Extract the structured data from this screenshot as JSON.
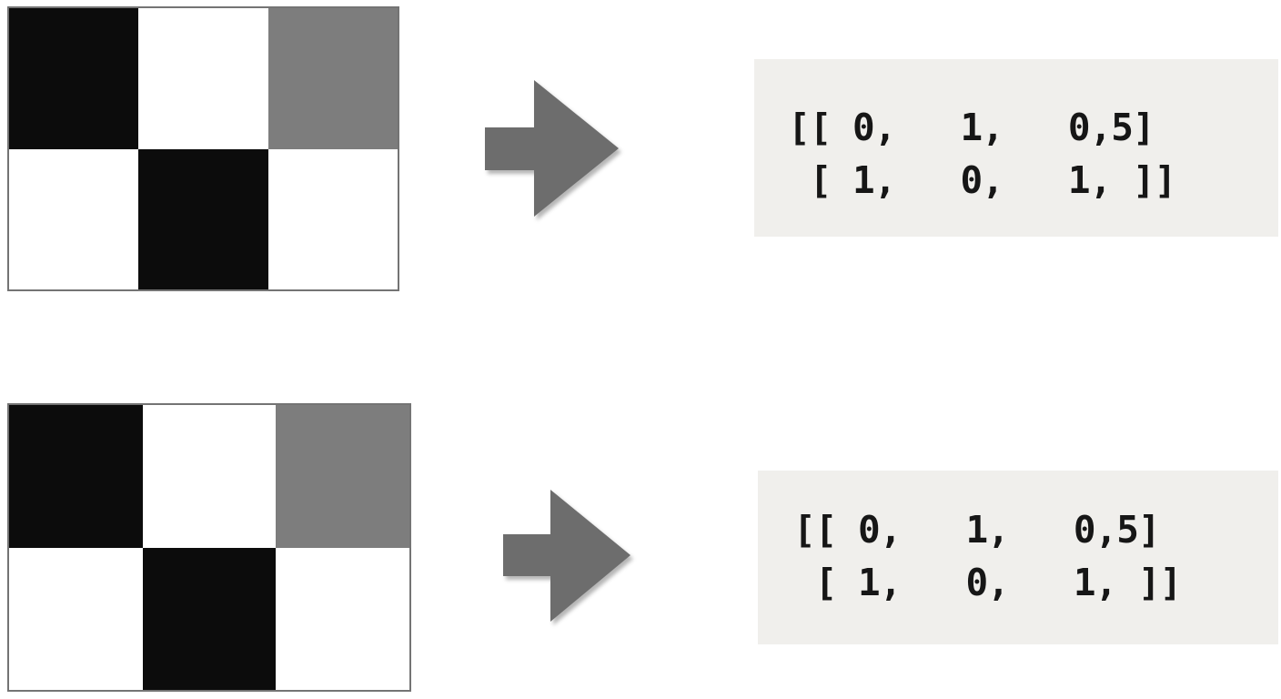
{
  "colors": {
    "background": "#ffffff",
    "cell_black": "#0c0c0c",
    "cell_white": "#ffffff",
    "cell_gray": "#7d7d7d",
    "arrow": "#6d6d6d",
    "panel_bg": "#f0efec",
    "grid_border": "#747474",
    "matrix_text": "#161616"
  },
  "rows": [
    {
      "grid": {
        "rows": 2,
        "cols": 3,
        "cells": [
          [
            "black",
            "white",
            "gray"
          ],
          [
            "white",
            "black",
            "white"
          ]
        ]
      },
      "arrow_icon": "right-block-arrow",
      "matrix": {
        "line1": "[[ 0,   1,   0,5]",
        "line2": " [ 1,   0,   1, ]]"
      }
    },
    {
      "grid": {
        "rows": 2,
        "cols": 3,
        "cells": [
          [
            "black",
            "white",
            "gray"
          ],
          [
            "white",
            "black",
            "white"
          ]
        ]
      },
      "arrow_icon": "right-block-arrow",
      "matrix": {
        "line1": "[[ 0,   1,   0,5]",
        "line2": " [ 1,   0,   1, ]]"
      }
    }
  ]
}
